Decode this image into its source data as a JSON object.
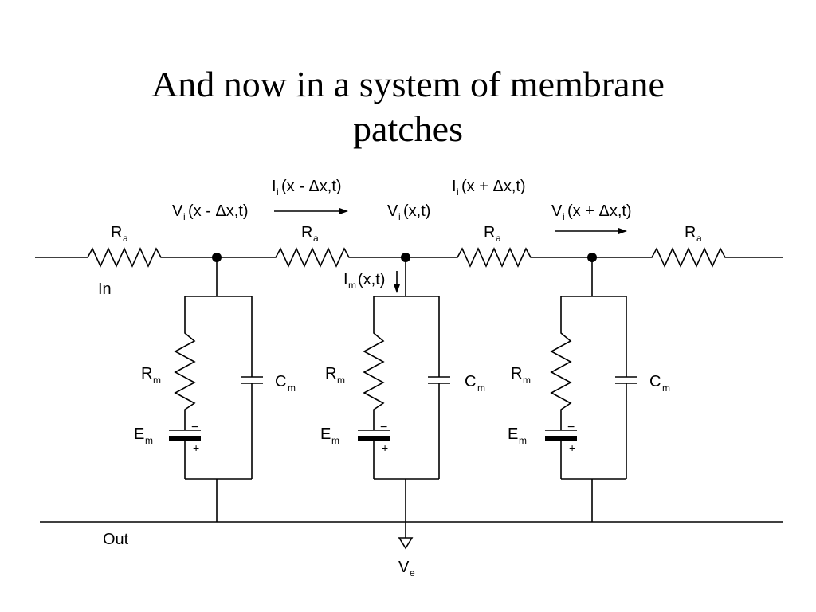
{
  "title": {
    "line1": "And now in a system of membrane",
    "line2": "patches"
  },
  "labels": {
    "R": "R",
    "a_sub": "a",
    "m_sub": "m",
    "C": "C",
    "E": "E",
    "I": "I",
    "V": "V",
    "i_sub": "i",
    "e_sub": "e",
    "minus": "−",
    "plus": "+",
    "in": "In",
    "out": "Out",
    "vi_left_arg": "(x - Δx,t)",
    "vi_mid_arg": "(x,t)",
    "vi_right_arg": "(x + Δx,t)",
    "ii_left_arg": "(x - Δx,t)",
    "ii_right_arg": "(x + Δx,t)",
    "im_arg": "(x,t)"
  }
}
